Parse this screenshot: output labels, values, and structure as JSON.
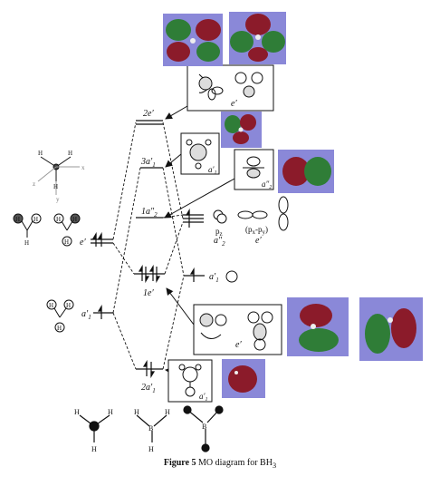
{
  "caption": {
    "figure": "Figure 5",
    "text": "MO diagram for BH",
    "sub": "3"
  },
  "mo_labels": {
    "l_2e": "2e′",
    "l_3a": "3a′",
    "l_3a_sub": "1",
    "l_1a2": "1a″",
    "l_1a2_sub": "2",
    "l_1e": "1e′",
    "l_2a": "2a′",
    "l_2a_sub": "1"
  },
  "fragment_labels": {
    "left_e": "e′",
    "left_a": "a′",
    "left_a_sub": "1",
    "right_a": "a′",
    "right_a_sub": "1",
    "pz": "p",
    "pz_sub": "z",
    "a2": "a″",
    "a2_sub": "2",
    "pxpy": "(p",
    "pxpy_x": "x",
    "pxpy_mid": "-p",
    "pxpy_y": "y",
    "pxpy_end": ")",
    "e_right": "e′"
  },
  "box_labels": {
    "top_e": "e′",
    "box_a1": "a′",
    "box_a1_sub": "1",
    "box_a2": "a″",
    "box_a2_sub": "2",
    "mid_e": "e′",
    "bot_a1": "a′",
    "bot_a1_sub": "1"
  },
  "atoms": {
    "H": "H",
    "B": "B"
  },
  "axes": {
    "x": "x",
    "y": "y",
    "z": "z"
  },
  "colors": {
    "green": "#2f7d37",
    "red": "#8b1b2a",
    "panel": "#8a88d8",
    "line": "#111111"
  }
}
